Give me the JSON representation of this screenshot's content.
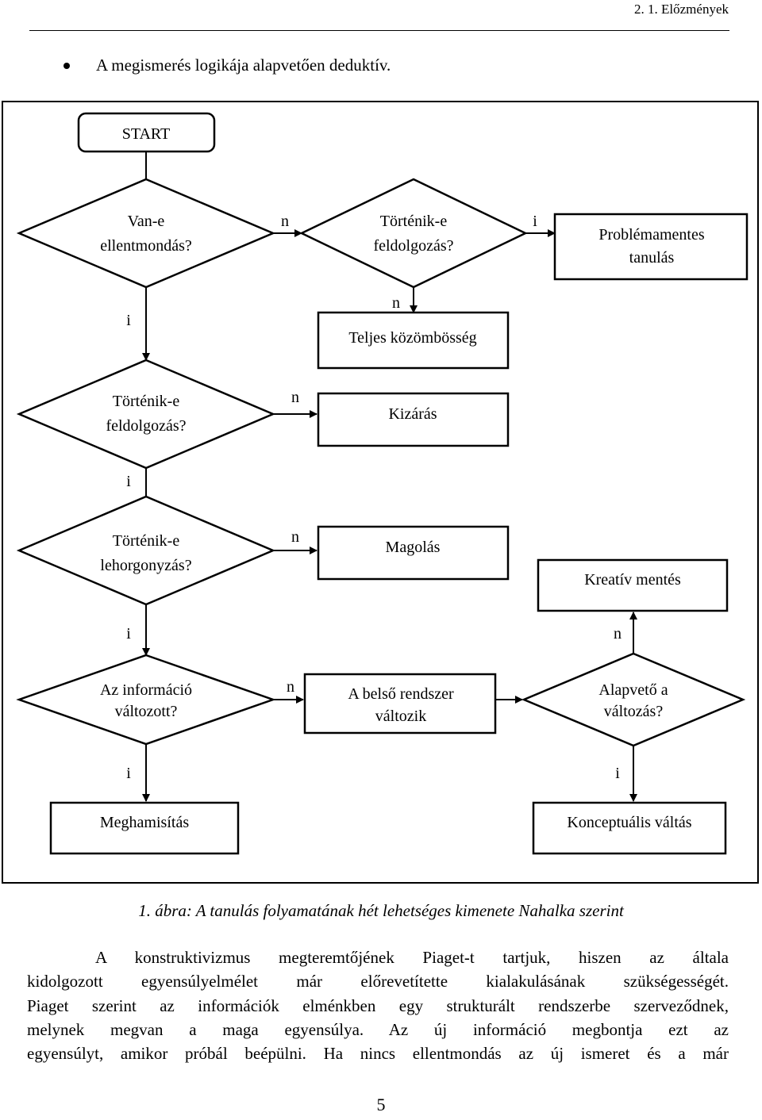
{
  "header": {
    "section": "2. 1. Előzmények"
  },
  "bullet": {
    "text": "A megismerés logikája alapvetően deduktív."
  },
  "diagram": {
    "nodes": {
      "start": "START",
      "d1": [
        "Van-e",
        "ellentmondás?"
      ],
      "d2": [
        "Történik-e",
        "feldolgozás?"
      ],
      "problemamentes": [
        "Problémamentes",
        "tanulás"
      ],
      "teljes": "Teljes közömbösség",
      "d3": [
        "Történik-e",
        "feldolgozás?"
      ],
      "kizaras": "Kizárás",
      "d4": [
        "Történik-e",
        "lehorgonyzás?"
      ],
      "magolas": "Magolás",
      "kreativ": "Kreatív mentés",
      "d5": [
        "Az információ",
        "változott?"
      ],
      "belso": [
        "A belső rendszer",
        "változik"
      ],
      "d6": [
        "Alapvető a",
        "változás?"
      ],
      "meghamisitas": "Meghamisítás",
      "konceptualis": "Konceptuális váltás"
    },
    "edge_labels": {
      "d1_d2": "n",
      "d2_problemamentes": "i",
      "d2_teljes": "n",
      "d1_d3": "i",
      "d3_kizaras": "n",
      "d3_d4": "i",
      "d4_magolas": "n",
      "d4_d5": "i",
      "d6_kreativ": "n",
      "d5_belso": "n",
      "d5_meghamisitas": "i",
      "d6_konceptualis": "i"
    }
  },
  "caption": "1. ábra: A tanulás folyamatának hét lehetséges kimenete Nahalka szerint",
  "paragraph": [
    "A konstruktivizmus megteremtőjének Piaget-t tartjuk, hiszen az általa",
    "kidolgozott egyensúlyelmélet már előrevetítette kialakulásának szükségességét.",
    "Piaget szerint az információk elménkben egy strukturált rendszerbe szerveződnek,",
    "melynek megvan a maga egyensúlya. Az új információ megbontja ezt az",
    "egyensúlyt, amikor próbál beépülni. Ha nincs ellentmondás az új ismeret és a már"
  ],
  "page_number": "5"
}
